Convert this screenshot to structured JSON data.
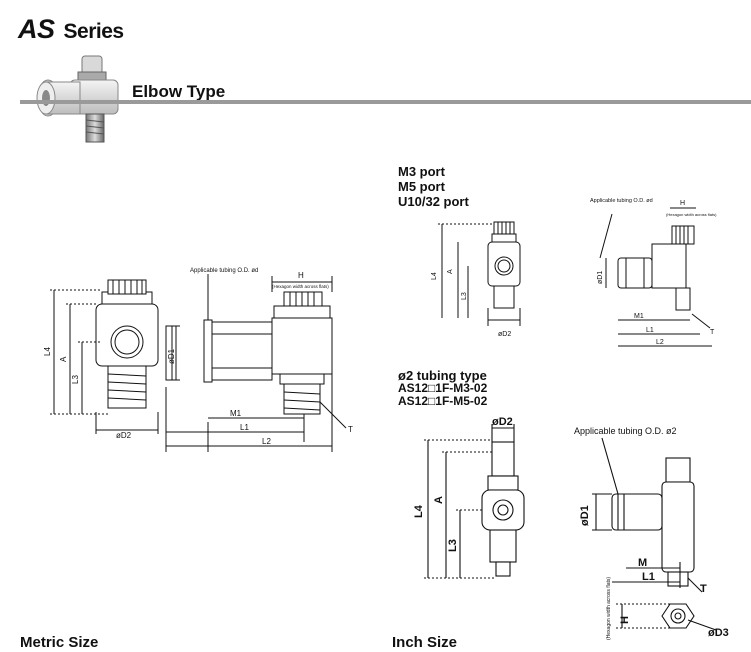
{
  "header": {
    "series_prefix": "AS",
    "series_word": "Series",
    "subtitle": "Elbow Type"
  },
  "sections": {
    "metric": "Metric Size",
    "inch": "Inch Size"
  },
  "inch_ports": [
    "M3 port",
    "M5 port",
    "U10/32 port"
  ],
  "tubing_type": {
    "title": "ø2 tubing type",
    "models": [
      "AS12□1F-M3-02",
      "AS12□1F-M5-02"
    ]
  },
  "drawing_labels": {
    "L4": "L4",
    "A": "A",
    "L3": "L3",
    "D2": "øD2",
    "D1": "øD1",
    "M1": "M1",
    "L1": "L1",
    "L2": "L2",
    "T": "T",
    "H": "H",
    "M": "M",
    "D3": "øD3",
    "tubing_od": "Applicable tubing O.D. ød",
    "tubing_od_2": "Applicable tubing O.D. ø2",
    "hex_note": "(Hexagon width across flats)",
    "hex_note_short": "(Hexagon width across flats)"
  },
  "colors": {
    "rule": "#9a9a9a",
    "line": "#111111",
    "fitting_white": "#e6e6e6"
  }
}
